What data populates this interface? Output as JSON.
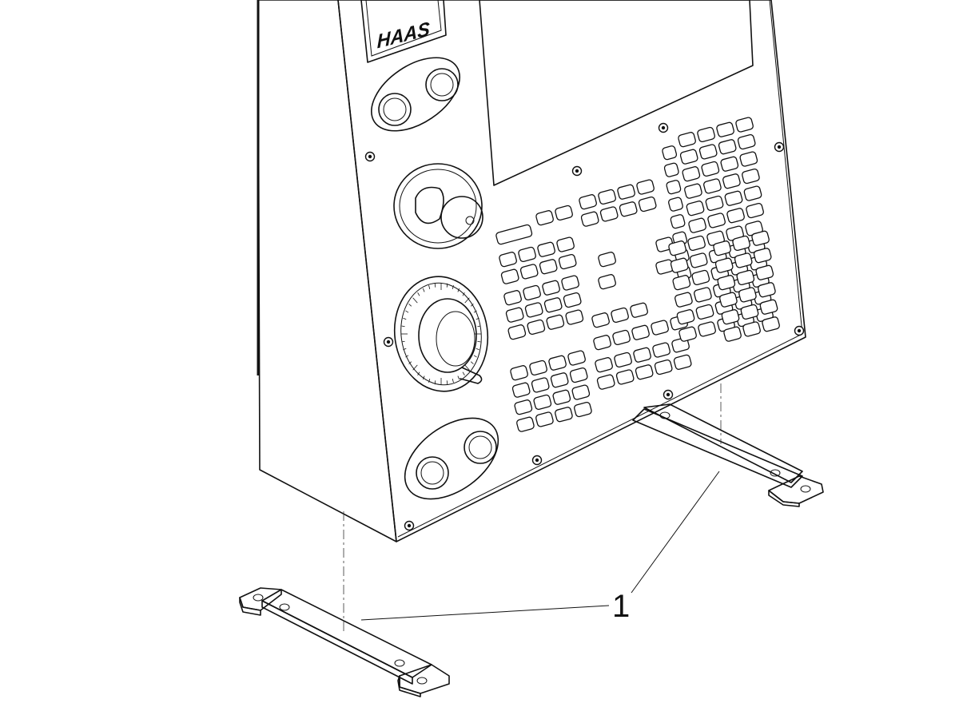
{
  "diagram": {
    "logo_text": "HAAS",
    "callout_label": "1",
    "colors": {
      "line": "#111111",
      "panel_face": "#ffffff",
      "bracket_top": "#b9b9b9",
      "bracket_side": "#8f8f8f",
      "knob_shade": "#d9d9d9"
    },
    "parts": {
      "pendant": "control-pendant",
      "brackets": [
        "mounting-bracket-left",
        "mounting-bracket-right"
      ]
    }
  }
}
